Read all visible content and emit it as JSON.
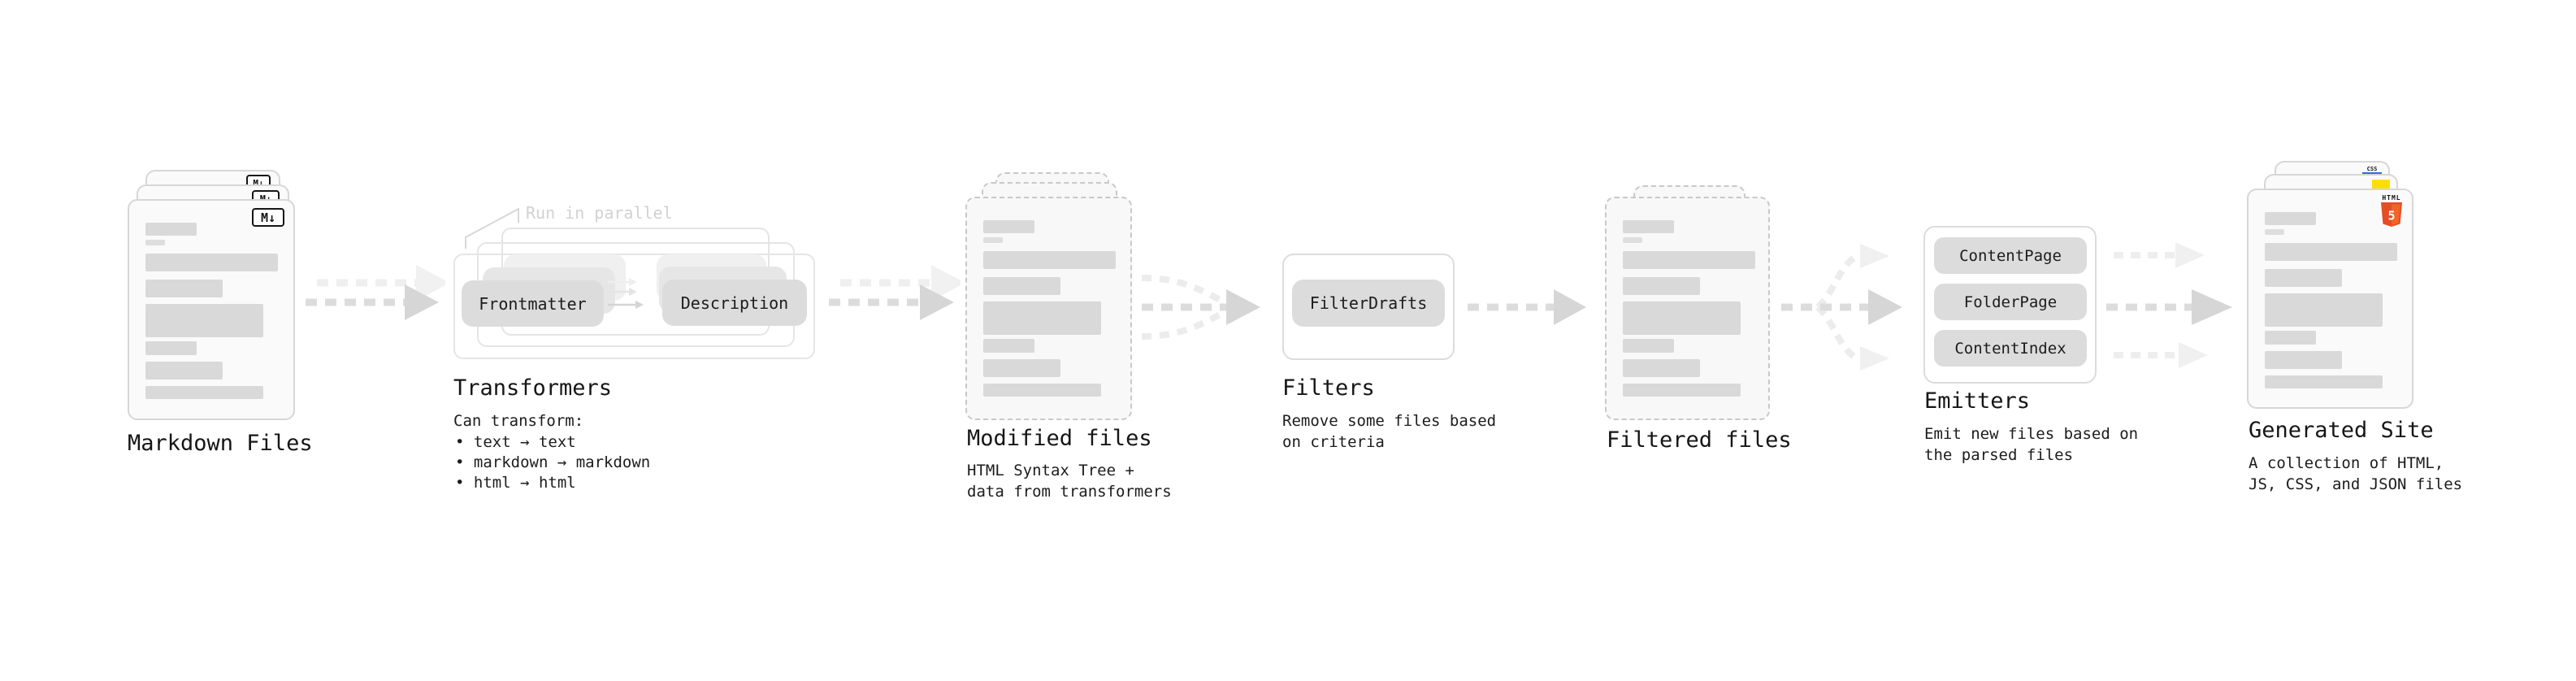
{
  "colors": {
    "accent_html5": "#e44d26",
    "accent_html5_light": "#f16529",
    "accent_js": "#ffdf00",
    "accent_css": "#2f6ae1",
    "placeholder_gray": "#d9d9d9",
    "text": "#1c1c1c"
  },
  "stages": {
    "markdown": {
      "title": "Markdown Files",
      "badge": "M↓"
    },
    "transformers": {
      "title": "Transformers",
      "note": "Run in parallel",
      "pill_left": "Frontmatter",
      "pill_right": "Description",
      "caption": "Can transform:",
      "bullets": [
        "• text → text",
        "• markdown → markdown",
        "• html → html"
      ]
    },
    "modified": {
      "title": "Modified files",
      "caption": "HTML Syntax Tree +\ndata from transformers"
    },
    "filters": {
      "title": "Filters",
      "pill": "FilterDrafts",
      "caption": "Remove some files based\non criteria"
    },
    "filtered": {
      "title": "Filtered files"
    },
    "emitters": {
      "title": "Emitters",
      "pills": [
        "ContentPage",
        "FolderPage",
        "ContentIndex"
      ],
      "caption": "Emit new files based on\nthe parsed files"
    },
    "site": {
      "title": "Generated Site",
      "caption": "A collection of HTML,\nJS, CSS, and JSON files",
      "badge_html": "HTML",
      "badge_five": "5",
      "badge_css": "CSS"
    }
  }
}
